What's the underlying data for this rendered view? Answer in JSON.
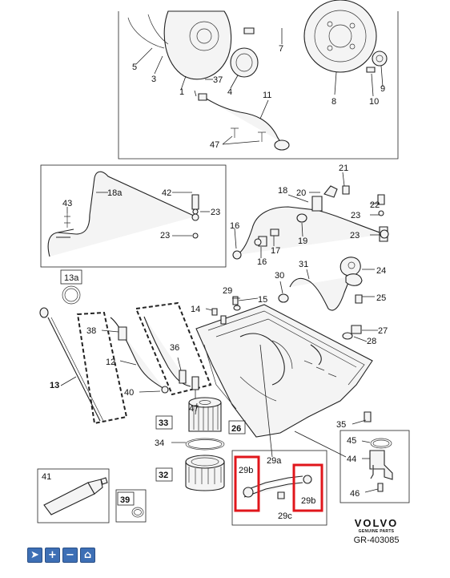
{
  "labels": {
    "l1": "1",
    "l3": "3",
    "l4": "4",
    "l5": "5",
    "l7": "7",
    "l8": "8",
    "l9": "9",
    "l10": "10",
    "l11": "11",
    "l12": "12",
    "l13": "13",
    "l13a": "13a",
    "l14": "14",
    "l15": "15",
    "l16a": "16",
    "l16b": "16",
    "l17": "17",
    "l18": "18",
    "l18a": "18a",
    "l19": "19",
    "l20": "20",
    "l21": "21",
    "l22": "22",
    "l23a": "23",
    "l23b": "23",
    "l23c": "23",
    "l23d": "23",
    "l24": "24",
    "l25": "25",
    "l26": "26",
    "l27": "27",
    "l28": "28",
    "l29": "29",
    "l29a": "29a",
    "l29b1": "29b",
    "l29b2": "29b",
    "l29c": "29c",
    "l30": "30",
    "l31": "31",
    "l32": "32",
    "l33": "33",
    "l34": "34",
    "l35": "35",
    "l36": "36",
    "l37": "37",
    "l38": "38",
    "l39": "39",
    "l40": "40",
    "l41": "41",
    "l42": "42",
    "l43": "43",
    "l44": "44",
    "l45": "45",
    "l46": "46",
    "l47a": "47",
    "l47b": "47"
  },
  "brand": {
    "logo": "VOLVO",
    "tagline": "GENUINE PARTS"
  },
  "doc_id": "GR-403085",
  "toolbar": {
    "cursor_icon": "cursor-icon",
    "zoom_in_icon": "zoom-in-icon",
    "zoom_out_icon": "zoom-out-icon",
    "home_icon": "home-icon"
  },
  "colors": {
    "highlight": "#e0161b",
    "toolbar": "#3d6fb5"
  }
}
